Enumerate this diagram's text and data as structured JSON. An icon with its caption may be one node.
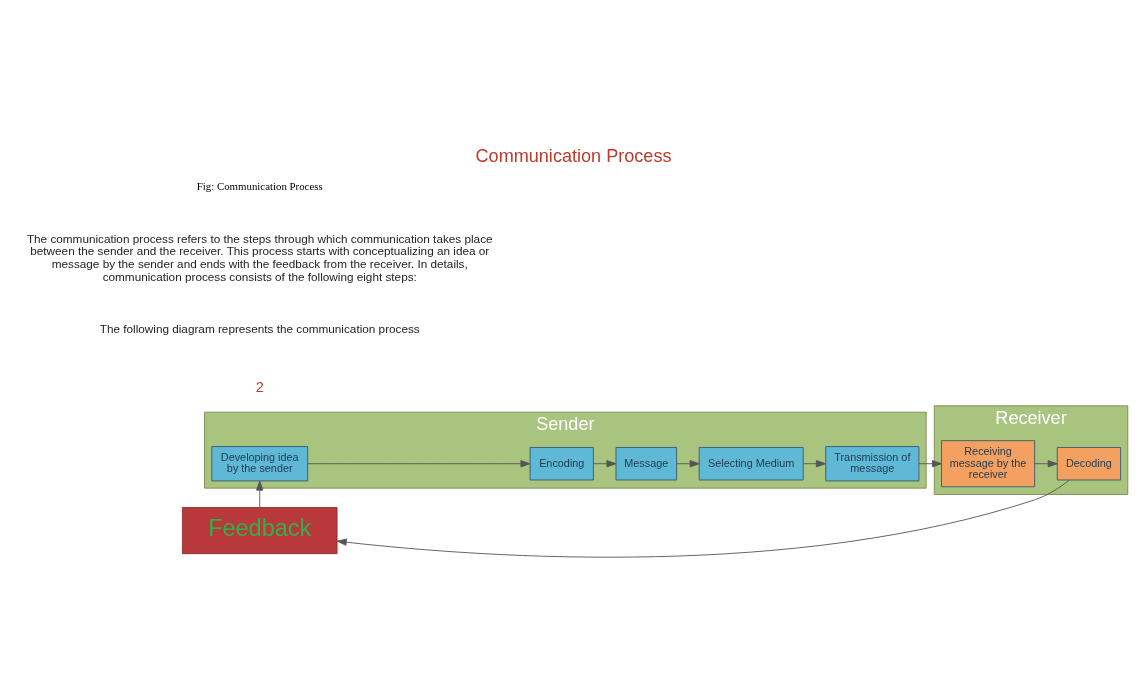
{
  "diagram": {
    "title": "Communication Process",
    "caption": "Fig: Communication Process",
    "nodes": [
      {
        "text": [
          "Sender"
        ]
      },
      {
        "text": [
          "Developing idea by the sender"
        ],
        "in": 0
      },
      {
        "text": [
          "Encoding"
        ],
        "in": 0
      },
      {
        "text": [
          "Message"
        ],
        "in": 0
      },
      {
        "text": [
          "Selecting Medium"
        ],
        "in": 0
      },
      {
        "text": [
          "Transmission of message"
        ],
        "in": 0
      },
      {
        "text": [
          "Receiver"
        ]
      },
      {
        "text": [
          "Receiving message by the receiver"
        ],
        "in": 6
      },
      {
        "text": [
          "Decoding"
        ],
        "in": 6
      },
      {
        "text": [
          "Feedback"
        ]
      }
    ],
    "edges": [
      {
        "from": 1,
        "to": 2,
        "arrow": "to"
      },
      {
        "from": 2,
        "to": 3,
        "arrow": "to"
      },
      {
        "from": 3,
        "to": 4,
        "arrow": "to"
      },
      {
        "from": 4,
        "to": 5,
        "arrow": "to"
      },
      {
        "from": 5,
        "to": 7,
        "arrow": "to"
      },
      {
        "from": 7,
        "to": 8,
        "arrow": "to"
      },
      {
        "from": 8,
        "to": 9,
        "arrow": "to"
      },
      {
        "from": 9,
        "to": 1,
        "arrow": "to"
      }
    ],
    "labels": [
      "2",
      "The following diagram represents the communication process",
      "The communication process refers to the steps through which communication takes place between the sender and the receiver. This process starts with conceptualizing an idea or message by the sender and ends with the feedback from the receiver. In details, communication process consists of the following eight steps:"
    ]
  }
}
